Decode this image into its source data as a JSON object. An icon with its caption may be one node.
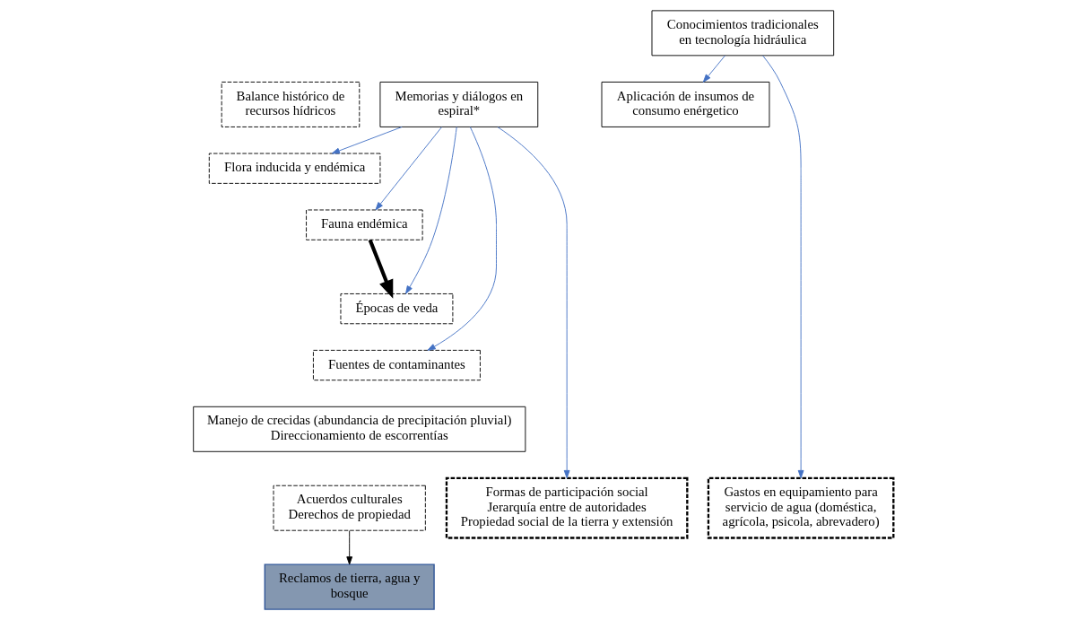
{
  "diagram": {
    "nodes": [
      {
        "text": [
          "Balance histórico de recursos hídricos"
        ]
      },
      {
        "text": [
          "Flora inducida y endémica"
        ]
      },
      {
        "text": [
          "Aplicación de insumos de consumo enérgetico"
        ]
      },
      {
        "text": [
          "Memorias y diálogos en espiral*"
        ]
      },
      {
        "text": [
          "Fauna endémica"
        ]
      },
      {
        "text": [
          "Épocas de veda"
        ]
      },
      {
        "text": [
          "Fuentes de contaminantes"
        ]
      },
      {
        "text": [
          "Conocimientos tradicionales en tecnología hidráulica"
        ]
      },
      {
        "text": [
          "Manejo de crecidas (abundancia de precipitación pluvial)",
          "Direccionamiento de escorrentías"
        ]
      },
      {
        "text": [
          "Formas de participación social",
          "Jerarquía entre de autoridades",
          "Propiedad social de la tierra y extensión"
        ]
      },
      {
        "text": [
          "Acuerdos culturales",
          "Derechos de propiedad"
        ]
      },
      {
        "text": [
          "Gastos en equipamiento para servicio de agua (doméstica, agrícola, psicola, abrevadero)"
        ]
      },
      {
        "text": [
          "Reclamos de tierra, agua y bosque"
        ]
      }
    ],
    "edges": [
      {
        "from": 3,
        "to": 1,
        "arrow": "to"
      },
      {
        "from": 3,
        "to": 4,
        "arrow": "to"
      },
      {
        "from": 3,
        "to": 5,
        "arrow": "to"
      },
      {
        "from": 3,
        "to": 6,
        "arrow": "to"
      },
      {
        "from": 3,
        "to": 9,
        "arrow": "to"
      },
      {
        "from": 4,
        "to": 5,
        "arrow": "to",
        "style": "thick",
        "color": "#000000"
      },
      {
        "from": 7,
        "to": 2,
        "arrow": "to"
      },
      {
        "from": 7,
        "to": 11,
        "arrow": "to"
      },
      {
        "from": 10,
        "to": 12,
        "arrow": "to",
        "color": "#000000"
      }
    ]
  }
}
